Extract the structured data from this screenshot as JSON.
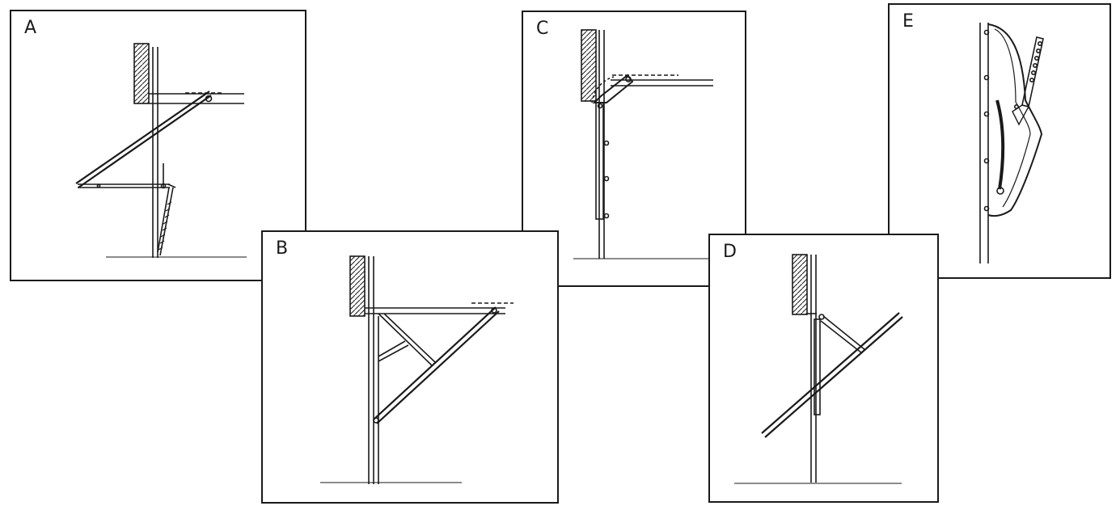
{
  "panels": {
    "a": {
      "label": "A"
    },
    "b": {
      "label": "B"
    },
    "c": {
      "label": "C"
    },
    "d": {
      "label": "D"
    },
    "e": {
      "label": "E"
    }
  },
  "colors": {
    "line": "#1a1a1a",
    "background": "#ffffff"
  }
}
